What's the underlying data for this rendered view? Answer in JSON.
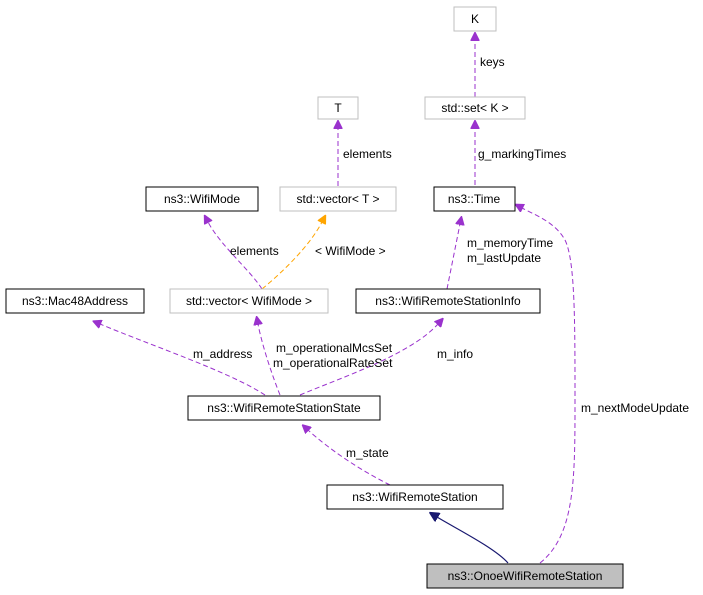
{
  "colors": {
    "background": "#ffffff",
    "node_border_strong": "#000000",
    "node_border_light": "#bfbfbf",
    "highlight_fill": "#bfbfbf",
    "usage_edge": "#9a32cd",
    "template_edge": "#ffa500",
    "inheritance_edge": "#191970"
  },
  "nodes": {
    "k": "K",
    "set_k": "std::set< K >",
    "t": "T",
    "time": "ns3::Time",
    "vector_t": "std::vector< T >",
    "wifimode": "ns3::WifiMode",
    "vector_wifimode": "std::vector< WifiMode >",
    "mac48": "ns3::Mac48Address",
    "station_info": "ns3::WifiRemoteStationInfo",
    "station_state": "ns3::WifiRemoteStationState",
    "station": "ns3::WifiRemoteStation",
    "onoe_station": "ns3::OnoeWifiRemoteStation"
  },
  "edge_labels": {
    "keys": "keys",
    "g_marking_times": "g_markingTimes",
    "elements_t": "elements",
    "elements_wifimode": "elements",
    "template_wifimode": "< WifiMode >",
    "m_memory_time": "m_memoryTime",
    "m_last_update": "m_lastUpdate",
    "m_address": "m_address",
    "m_operational_mcs_set": "m_operationalMcsSet",
    "m_operational_rate_set": "m_operationalRateSet",
    "m_info": "m_info",
    "m_next_mode_update": "m_nextModeUpdate",
    "m_state": "m_state"
  }
}
